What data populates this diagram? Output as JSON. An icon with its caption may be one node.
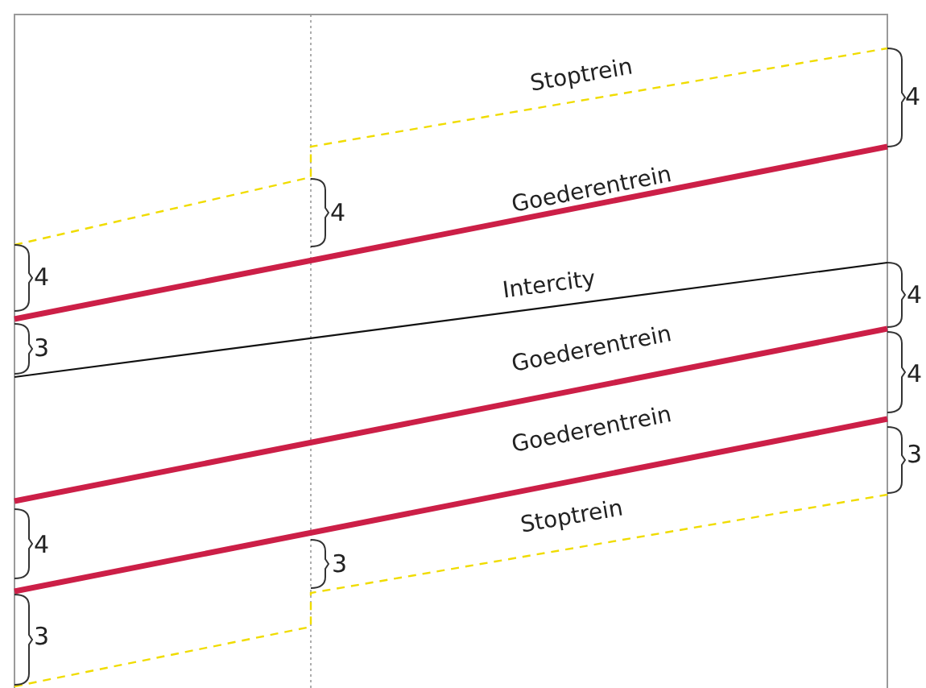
{
  "diagram": {
    "labels": [
      "Stoptrein",
      "4",
      "Goederentrein",
      "4",
      "4",
      "Intercity",
      "4",
      "3",
      "Goederentrein",
      "4",
      "Goederentrein",
      "3",
      "Stoptrein",
      "4",
      "3",
      "3"
    ]
  }
}
